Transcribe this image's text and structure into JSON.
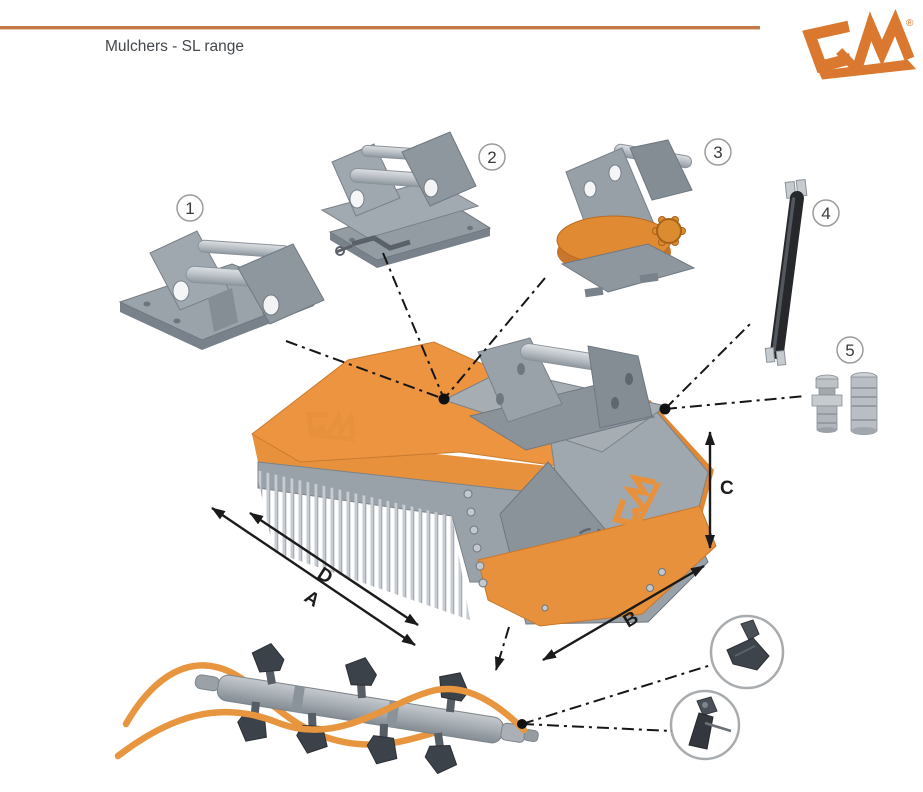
{
  "header": {
    "title": "Mulchers - SL range",
    "registered_mark": "®",
    "rule_color": "#C47946",
    "logo_color": "#D9782E"
  },
  "part_labels": {
    "p1": "1",
    "p2": "2",
    "p3": "3",
    "p4": "4",
    "p5": "5"
  },
  "dimension_labels": {
    "a": "A",
    "b": "B",
    "c": "C",
    "d": "D"
  },
  "colors": {
    "accent_orange": "#E8913C",
    "machine_gray": "#99A1A8",
    "dark_metal": "#3E444B",
    "line_black": "#1B1B1B"
  }
}
